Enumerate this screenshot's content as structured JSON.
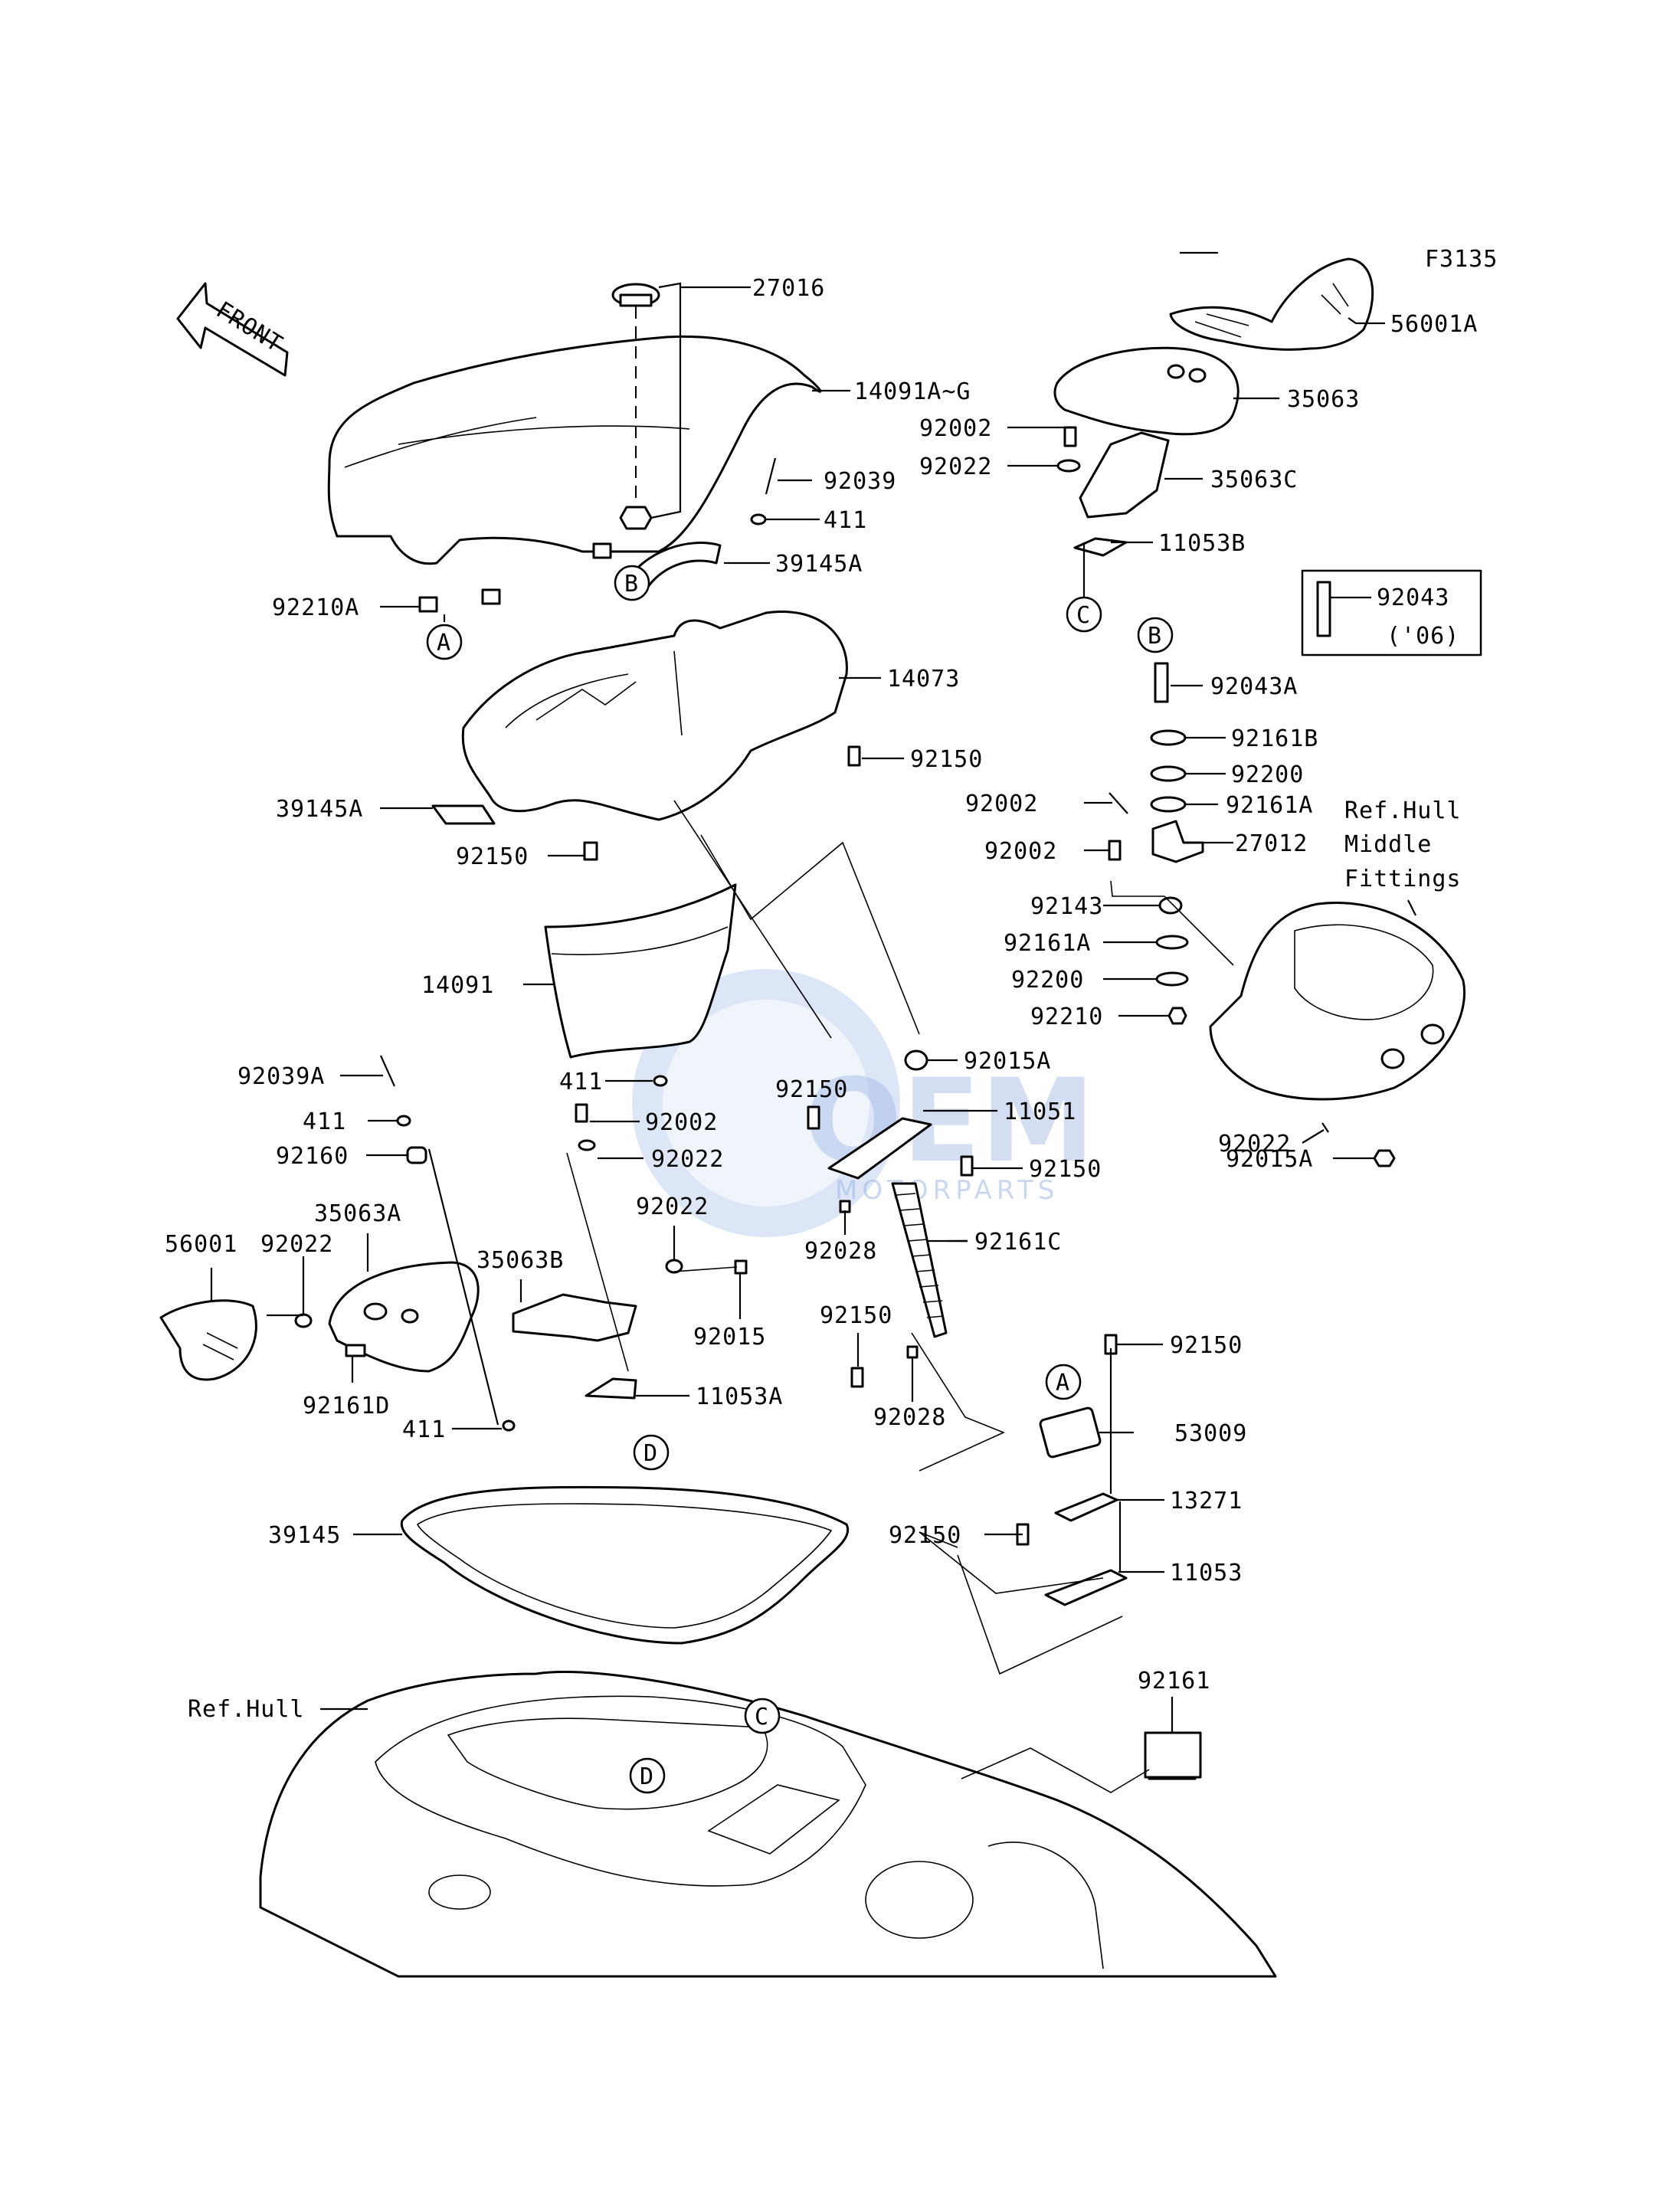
{
  "figure_code": "F3135",
  "front_label": "FRONT",
  "watermark": {
    "main": "OEM",
    "sub": "MOTORPARTS"
  },
  "callouts": [
    "A",
    "B",
    "C",
    "D"
  ],
  "annotations": {
    "ref_hull_middle": [
      "Ref.Hull",
      "Middle",
      "Fittings"
    ],
    "ref_hull": "Ref.Hull",
    "variant_box": {
      "part": "92043",
      "year": "('06)"
    }
  },
  "labels": [
    "27016",
    "14091A~G",
    "92039",
    "411",
    "39145A",
    "92210A",
    "14073",
    "92150",
    "39145A",
    "92150",
    "14091",
    "411",
    "92039A",
    "411",
    "92160",
    "92002",
    "92022",
    "92150",
    "92015A",
    "11051",
    "92150",
    "92022",
    "35063A",
    "35063B",
    "56001",
    "92022",
    "92015",
    "92028",
    "92161C",
    "92150",
    "92161D",
    "411",
    "11053A",
    "92028",
    "39145",
    "92150",
    "53009",
    "13271",
    "92150",
    "11053",
    "92161",
    "56001A",
    "35063",
    "92002",
    "92022",
    "35063C",
    "11053B",
    "92043A",
    "92161B",
    "92200",
    "92002",
    "92161A",
    "27012",
    "92002",
    "92143",
    "92161A",
    "92200",
    "92210",
    "92022",
    "92015A"
  ],
  "colors": {
    "line": "#000000",
    "watermark": "#9fb7e6"
  }
}
